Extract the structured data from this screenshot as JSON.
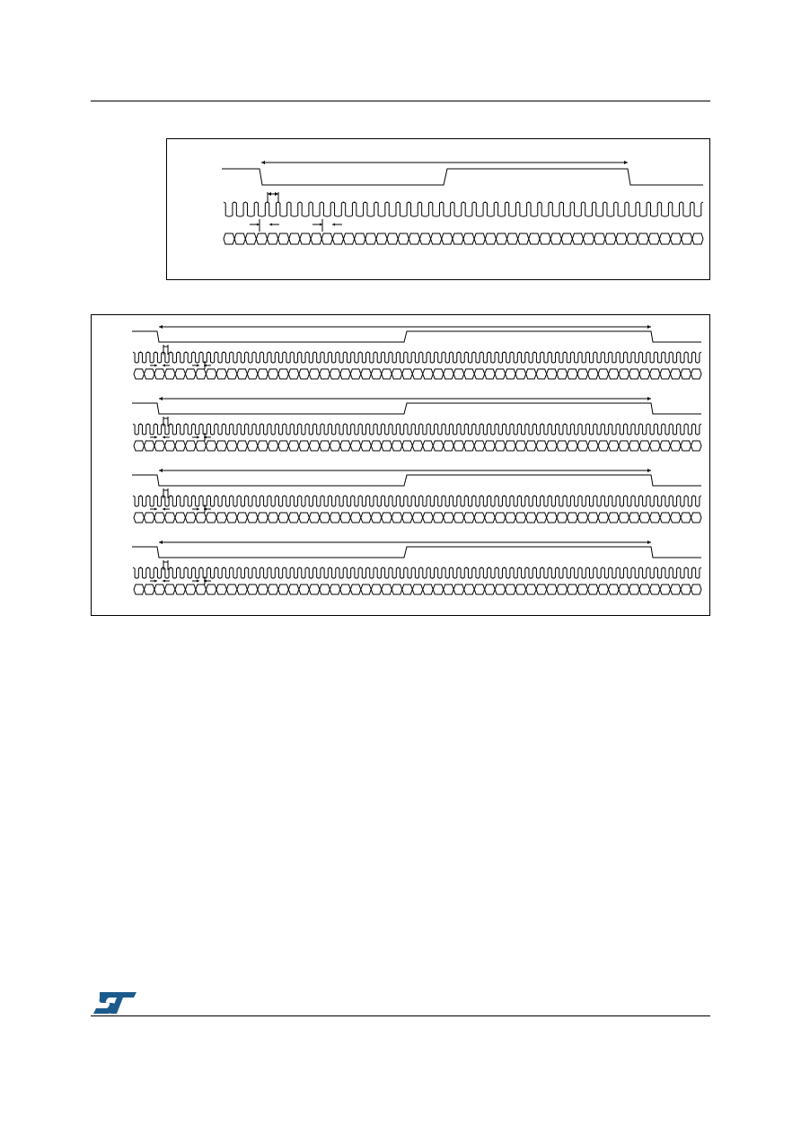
{
  "colors": {
    "ink": "#000000",
    "logo": "#1d5a8c",
    "background": "#ffffff"
  },
  "figure1": {
    "waveforms": [
      "control",
      "clock",
      "data"
    ],
    "clock_cycles": 44,
    "data_cells": 44
  },
  "figure2": {
    "groups": 4,
    "clock_cycles": 75,
    "data_cells": 55
  },
  "footer": {
    "logo_icon": "st-logo-icon",
    "logo_text": "ST"
  }
}
